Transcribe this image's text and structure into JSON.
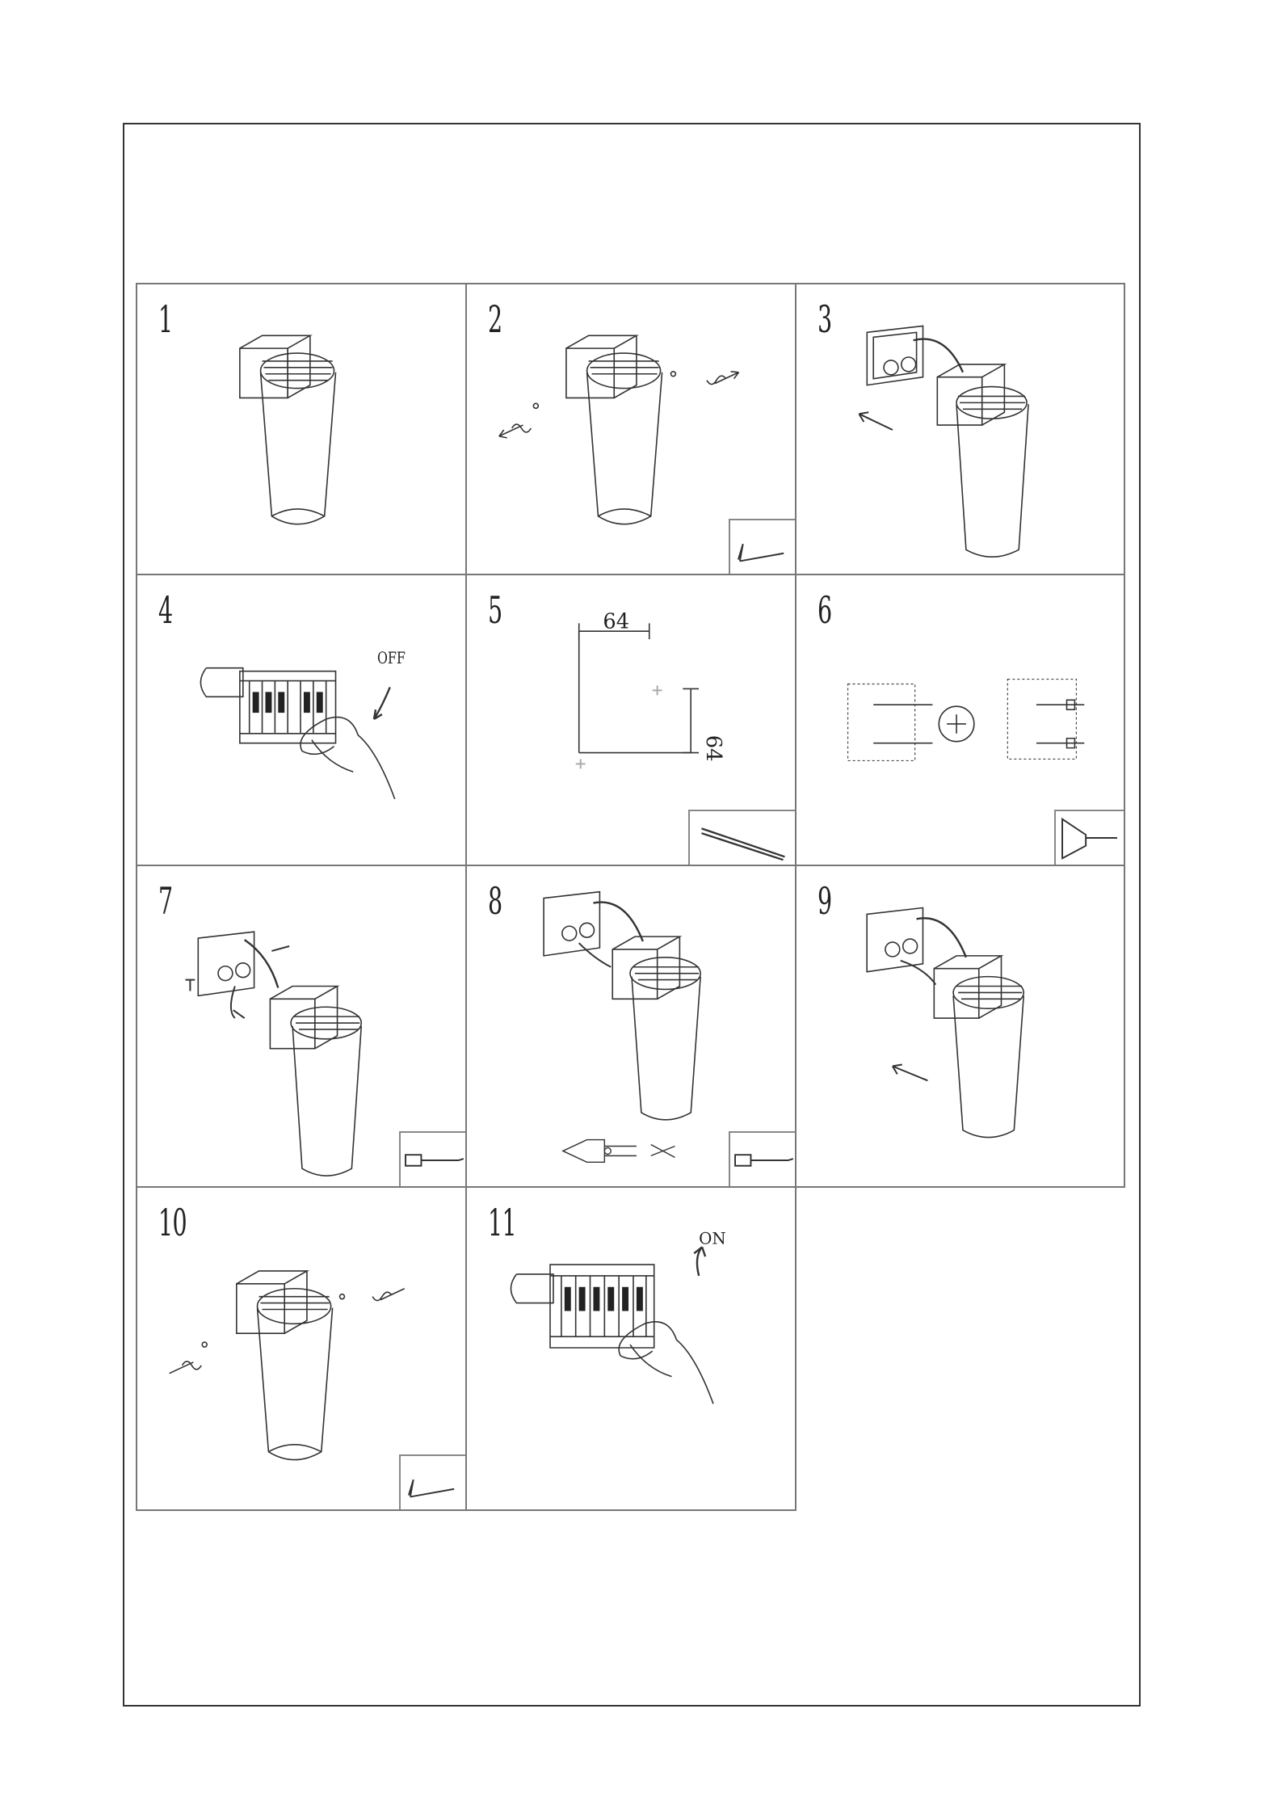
{
  "steps": [
    {
      "number": "1"
    },
    {
      "number": "2"
    },
    {
      "number": "3"
    },
    {
      "number": "4",
      "label": "OFF"
    },
    {
      "number": "5",
      "dim_h": "64",
      "dim_v": "64"
    },
    {
      "number": "6"
    },
    {
      "number": "7"
    },
    {
      "number": "8"
    },
    {
      "number": "9"
    },
    {
      "number": "10"
    },
    {
      "number": "11",
      "label": "ON"
    }
  ],
  "colors": {
    "line": "#333333",
    "border": "#777777"
  },
  "icons": [
    "lamp-icon",
    "screw-icon",
    "hex-key-icon",
    "drill-bit-icon",
    "drill-icon",
    "screwdriver-icon",
    "breaker-panel-icon",
    "hand-icon",
    "arrow-icon",
    "wire-connector-icon"
  ]
}
